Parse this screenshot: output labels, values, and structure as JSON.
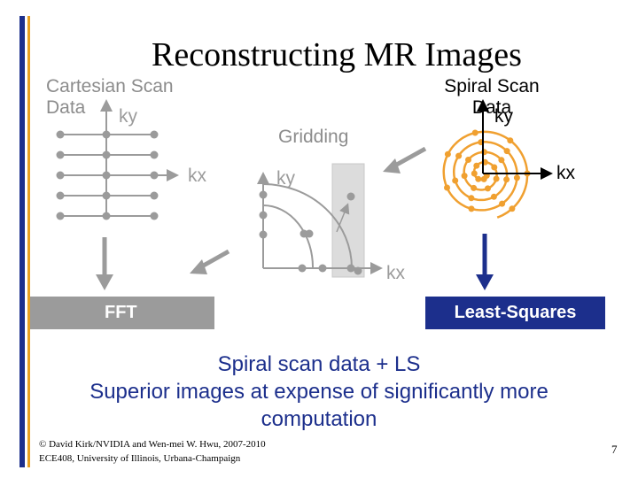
{
  "title": "Reconstructing MR Images",
  "cartesian": {
    "heading": "Cartesian Scan Data",
    "ky": "ky",
    "kx": "kx"
  },
  "spiral": {
    "heading": "Spiral Scan Data",
    "ky": "ky",
    "kx": "kx"
  },
  "gridding": {
    "heading": "Gridding",
    "ky": "ky",
    "kx": "kx"
  },
  "fft_label": "FFT",
  "ls_label": "Least-Squares",
  "conclusion": [
    "Spiral scan data + LS",
    "Superior images at expense of significantly more",
    "computation"
  ],
  "footer": {
    "line1": "© David Kirk/NVIDIA and Wen-mei W. Hwu, 2007-2010",
    "line2": "ECE408, University of Illinois, Urbana-Champaign"
  },
  "page_number": "7",
  "colors": {
    "accent_blue": "#1c2f8c",
    "accent_gold": "#e8a020",
    "grey": "#9b9b9b",
    "spiral": "#f0a030"
  }
}
